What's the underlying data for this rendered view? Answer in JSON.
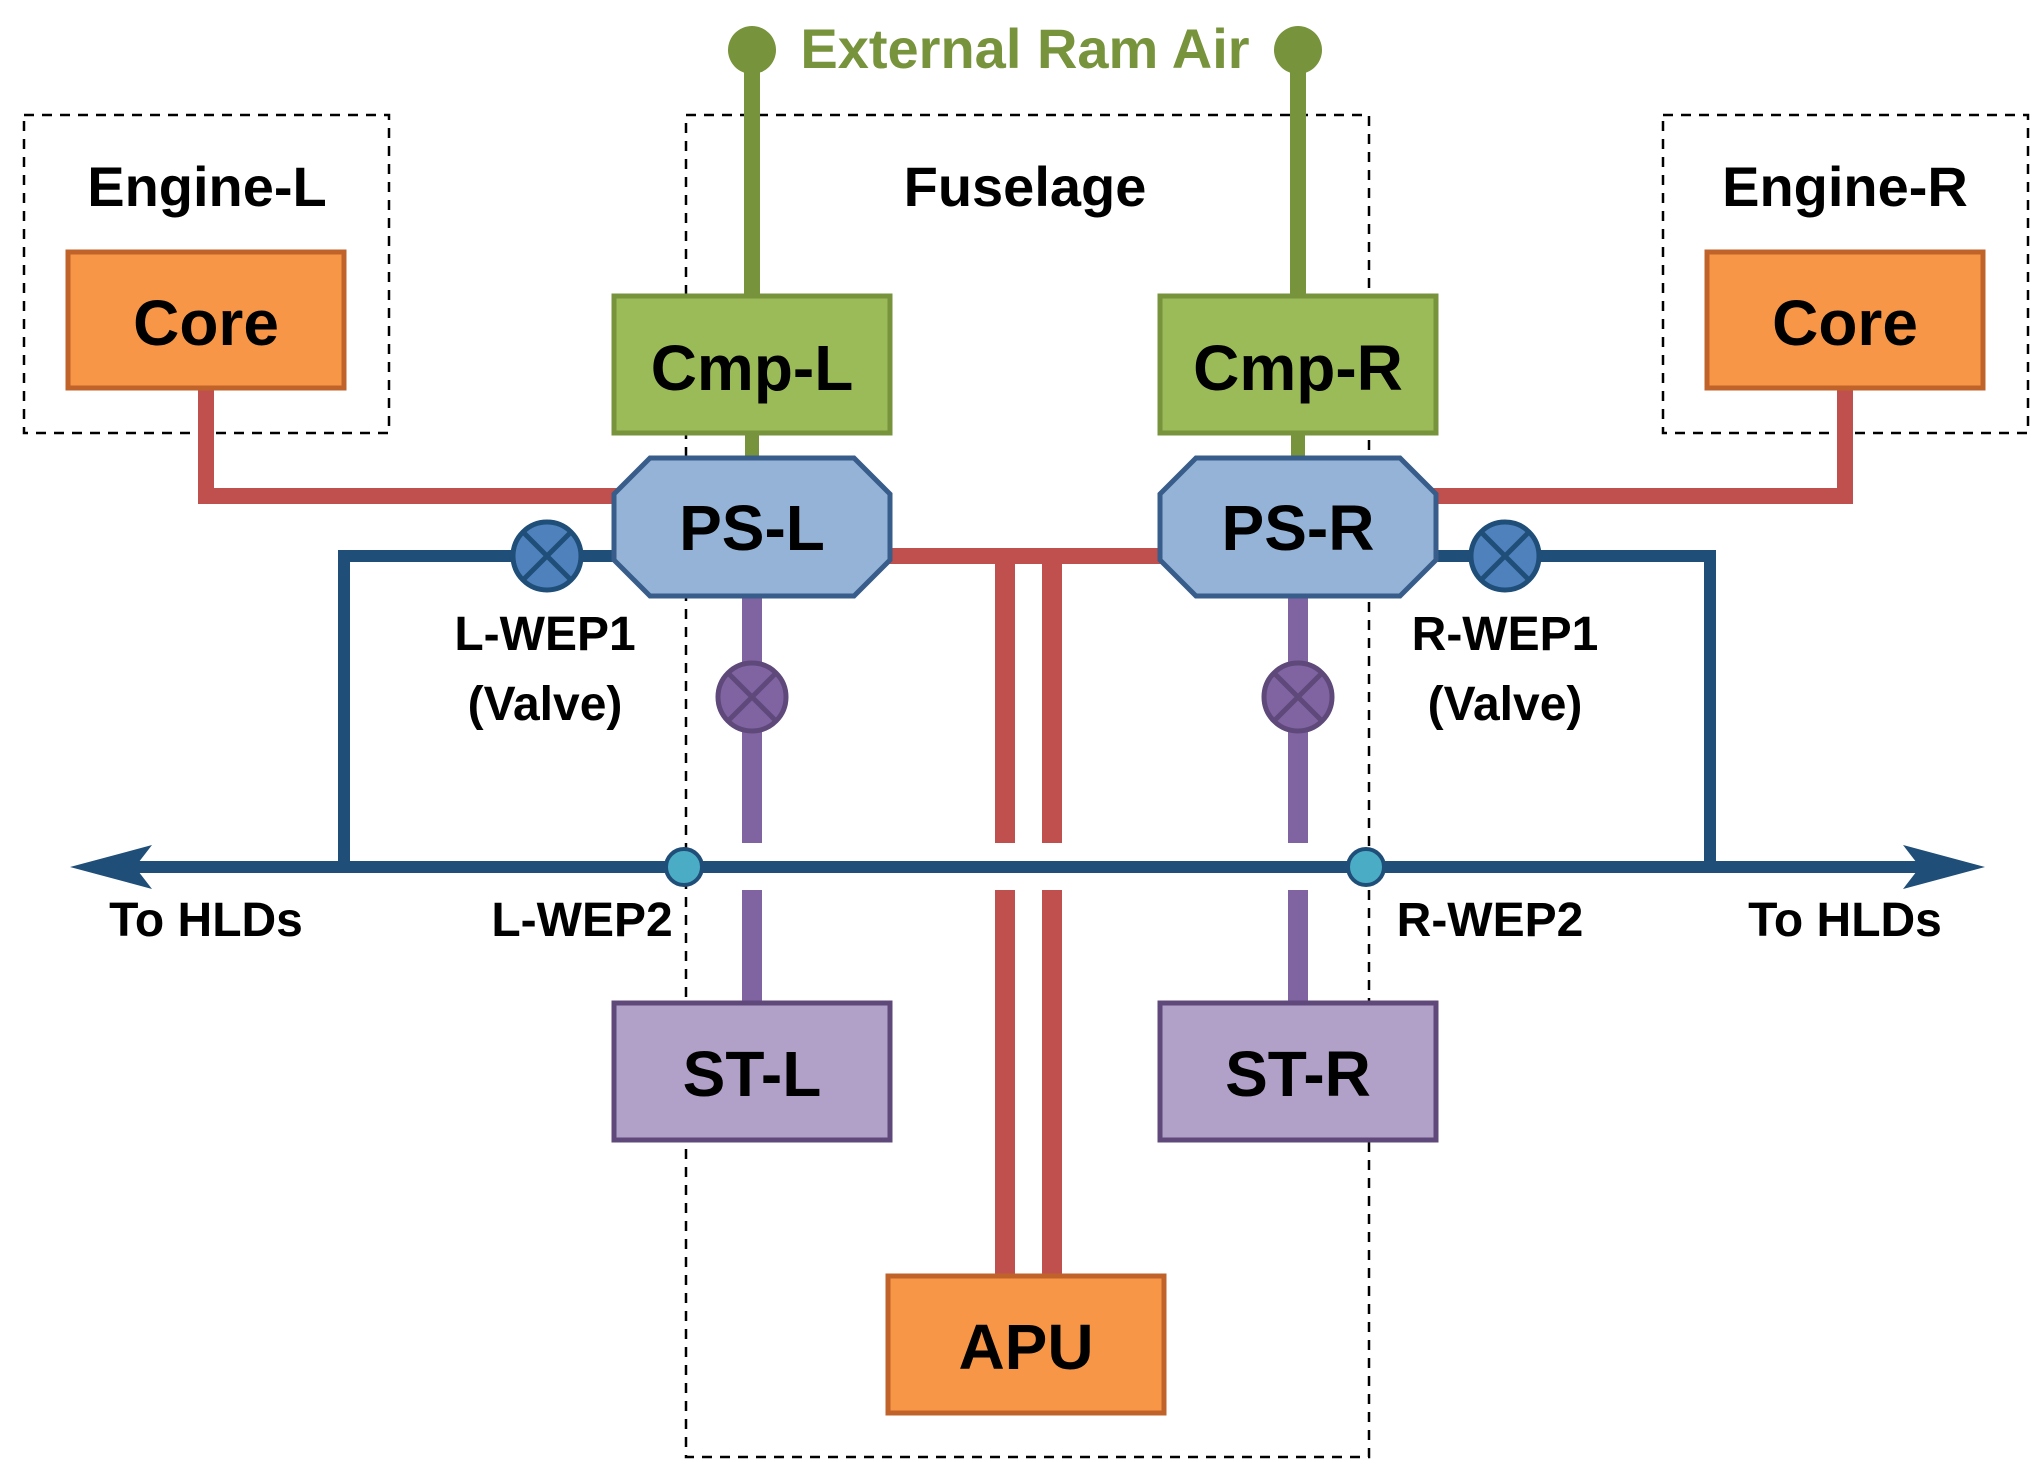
{
  "external_air": {
    "label": "External Ram Air"
  },
  "zones": {
    "engine_left": "Engine-L",
    "fuselage": "Fuselage",
    "engine_right": "Engine-R"
  },
  "boxes": {
    "core_left": "Core",
    "core_right": "Core",
    "cmp_left": "Cmp-L",
    "cmp_right": "Cmp-R",
    "ps_left": "PS-L",
    "ps_right": "PS-R",
    "st_left": "ST-L",
    "st_right": "ST-R",
    "apu": "APU"
  },
  "valves": {
    "l_wep1_name": "L-WEP1",
    "l_wep1_type": "(Valve)",
    "r_wep1_name": "R-WEP1",
    "r_wep1_type": "(Valve)",
    "l_wep2": "L-WEP2",
    "r_wep2": "R-WEP2"
  },
  "outputs": {
    "left": "To HLDs",
    "right": "To HLDs"
  },
  "colors": {
    "bleed": "#c0504d",
    "water": "#1f4e79",
    "air": "#77933c",
    "steam": "#8064a2",
    "core": "#f79646",
    "compressor": "#9bbb59",
    "ps": "#95b3d7",
    "st": "#b1a0c7"
  }
}
